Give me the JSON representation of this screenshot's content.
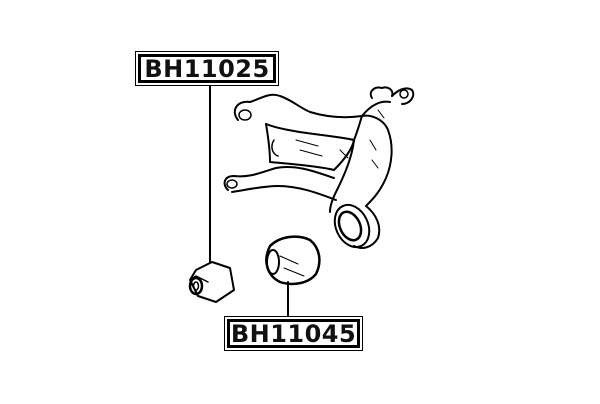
{
  "diagram": {
    "type": "parts-exploded-view",
    "description": "Rear suspension knuckle with two rubber bushings",
    "parts": [
      {
        "id": "knuckle",
        "label": ""
      },
      {
        "id": "bushing-1",
        "label": "BH11025"
      },
      {
        "id": "bushing-2",
        "label": "BH11045"
      }
    ],
    "labels": {
      "bushing_1": "BH11025",
      "bushing_2": "BH11045"
    },
    "colors": {
      "background": "#ffffff",
      "line": "#000000",
      "label_text": "#111111"
    }
  }
}
